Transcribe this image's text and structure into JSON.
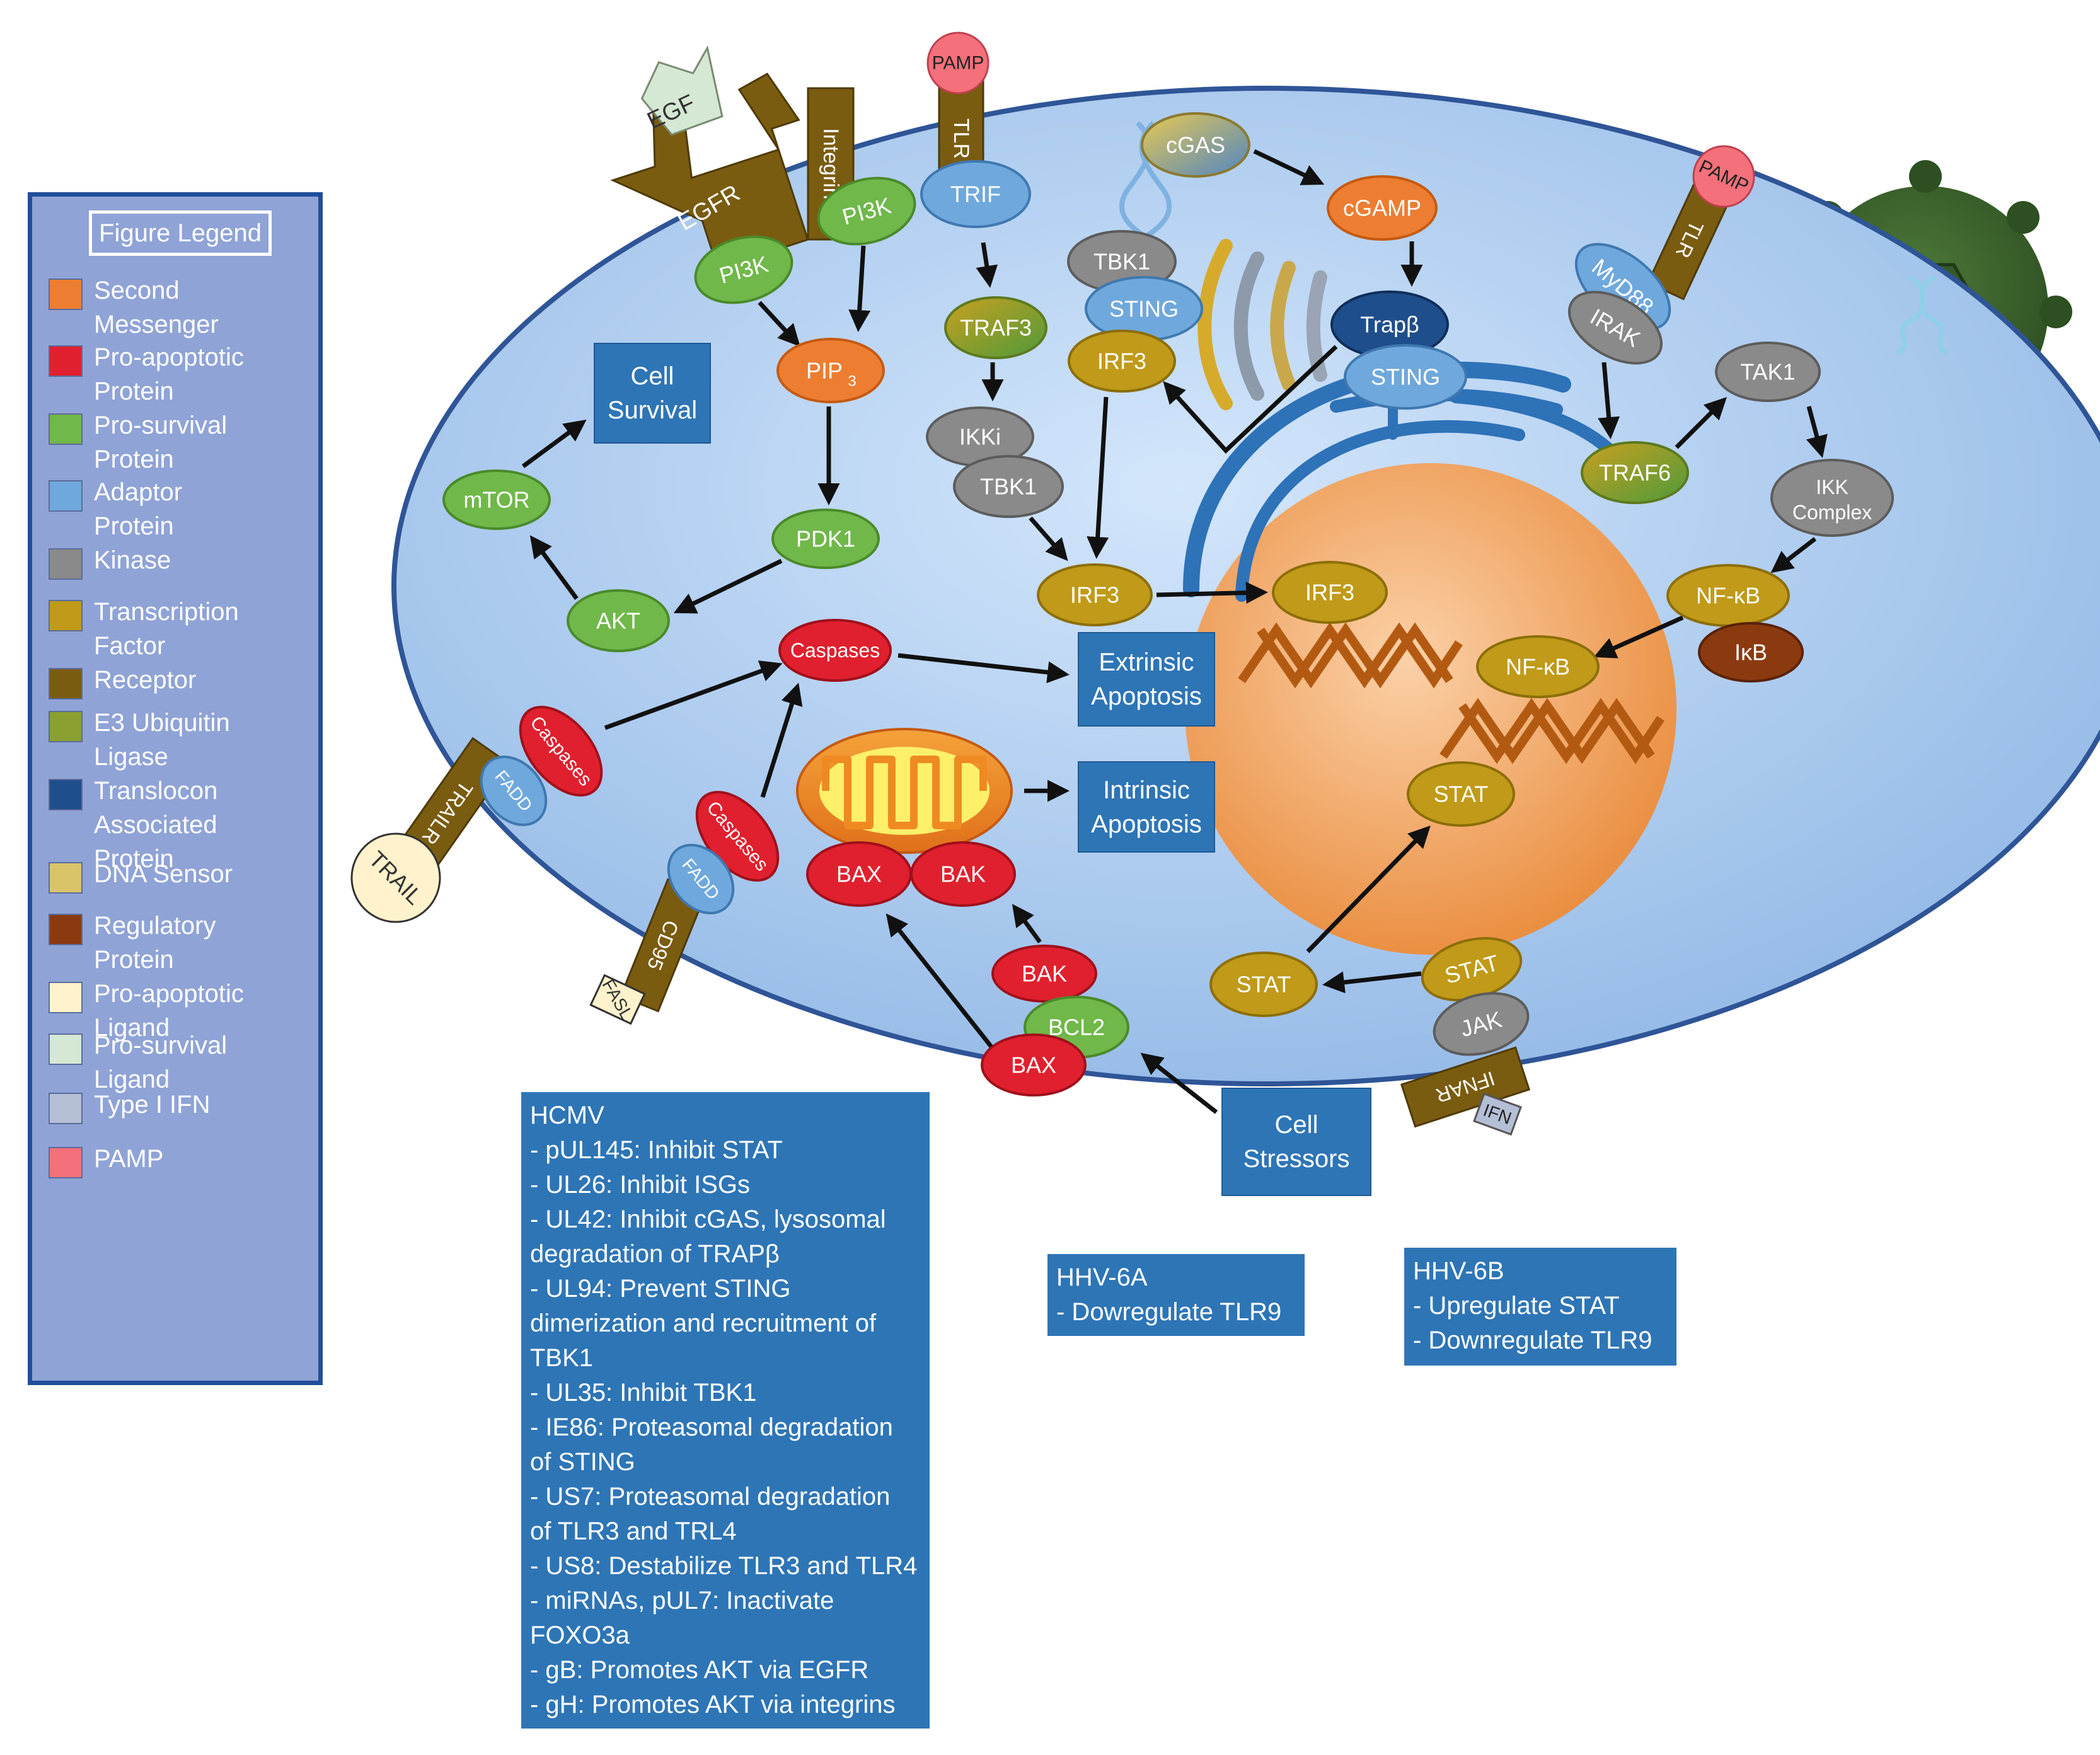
{
  "colors": {
    "second_messenger": "#ed7d31",
    "pro_apoptotic_protein": "#e0202e",
    "pro_survival_protein": "#70b84a",
    "adaptor_protein": "#6fa8dc",
    "kinase": "#8a8a8a",
    "transcription_factor": "#c09a18",
    "receptor": "#7a5c10",
    "e3_ubiquitin_ligase": "#8aa030",
    "translocon_associated_protein": "#1f4e8c",
    "dna_sensor": "#d9c46a",
    "regulatory_protein": "#8b3a10",
    "pro_apoptotic_ligand": "#fff2cc",
    "pro_survival_ligand": "#d5e8d4",
    "type_i_ifn": "#b4bfd6",
    "pamp": "#f4707a",
    "cell": "#a9c8ec",
    "nucleus": "#f0a060",
    "legend_bg": "#8fa3d6"
  },
  "legend": {
    "title": "Figure Legend",
    "items": [
      {
        "label": "Second\nMessenger",
        "color": "#ed7d31",
        "icon": "square-swatch"
      },
      {
        "label": "Pro-apoptotic\nProtein",
        "color": "#e0202e",
        "icon": "square-swatch"
      },
      {
        "label": "Pro-survival\nProtein",
        "color": "#70b84a",
        "icon": "square-swatch"
      },
      {
        "label": "Adaptor\nProtein",
        "color": "#6fa8dc",
        "icon": "square-swatch"
      },
      {
        "label": "Kinase",
        "color": "#8a8a8a",
        "icon": "square-swatch"
      },
      {
        "label": "Transcription\nFactor",
        "color": "#c09a18",
        "icon": "square-swatch"
      },
      {
        "label": "Receptor",
        "color": "#7a5c10",
        "icon": "square-swatch"
      },
      {
        "label": "E3 Ubiquitin\nLigase",
        "color": "#8aa030",
        "icon": "square-swatch"
      },
      {
        "label": "Translocon\nAssociated\nProtein",
        "color": "#1f4e8c",
        "icon": "square-swatch"
      },
      {
        "label": "DNA Sensor",
        "color": "#d9c46a",
        "icon": "square-swatch"
      },
      {
        "label": "Regulatory\nProtein",
        "color": "#8b3a10",
        "icon": "square-swatch"
      },
      {
        "label": "Pro-apoptotic\nLigand",
        "color": "#fff2cc",
        "icon": "square-swatch"
      },
      {
        "label": "Pro-survival\nLigand",
        "color": "#d5e8d4",
        "icon": "square-swatch"
      },
      {
        "label": "Type I IFN",
        "color": "#b4bfd6",
        "icon": "square-swatch"
      },
      {
        "label": "PAMP",
        "color": "#f4707a",
        "icon": "square-swatch"
      }
    ]
  },
  "nodes": {
    "egf": "EGF",
    "egfr": "EGFR",
    "pi3k_egfr": "PI3K",
    "integrin": "Integrin",
    "pi3k_integrin": "PI3K",
    "pamp_tlr_top": "PAMP",
    "tlr_top": "TLR",
    "trif": "TRIF",
    "traf3": "TRAF3",
    "ikki": "IKKi",
    "tbk1_lower": "TBK1",
    "irf3_cyto": "IRF3",
    "irf3_nuc": "IRF3",
    "cgas": "cGAS",
    "cgamp": "cGAMP",
    "tbk1_sting": "TBK1",
    "sting_left": "STING",
    "irf3_sting": "IRF3",
    "trapb": "Trapβ",
    "sting_er": "STING",
    "pamp_tlr_right": "PAMP",
    "tlr_right": "TLR",
    "myd88": "MyD88",
    "irak": "IRAK",
    "tak1": "TAK1",
    "traf6": "TRAF6",
    "ikk_complex": "IKK\nComplex",
    "nfkb_cyto": "NF-κB",
    "ikb": "IκB",
    "nfkb_nuc": "NF-κB",
    "pip3": "PIP",
    "pip3_sub": "3",
    "pdk1": "PDK1",
    "akt": "AKT",
    "mtor": "mTOR",
    "caspases_center": "Caspases",
    "caspases_trail": "Caspases",
    "fadd_trail": "FADD",
    "trailr": "TRAILR",
    "trail": "TRAIL",
    "caspases_fas": "Caspases",
    "fadd_fas": "FADD",
    "cd95": "CD95",
    "fasl": "FASL",
    "bax_mito": "BAX",
    "bak_mito": "BAK",
    "bak_lower": "BAK",
    "bcl2": "BCL2",
    "bax_lower": "BAX",
    "stat_nuc": "STAT",
    "stat_cyto": "STAT",
    "stat_rec": "STAT",
    "jak": "JAK",
    "ifnar": "IFNAR",
    "ifn": "IFN"
  },
  "outcomes": {
    "cell_survival": "Cell\nSurvival",
    "extrinsic_apoptosis": "Extrinsic\nApoptosis",
    "intrinsic_apoptosis": "Intrinsic\nApoptosis",
    "cell_stressors": "Cell\nStressors"
  },
  "hcmv": {
    "title": "HCMV",
    "lines": [
      "- pUL145: Inhibit STAT",
      "- UL26: Inhibit ISGs",
      "- UL42: Inhibit cGAS, lysosomal\ndegradation of TRAPβ",
      "- UL94: Prevent STING\ndimerization and recruitment of\nTBK1",
      "- UL35: Inhibit TBK1",
      "- IE86: Proteasomal degradation\nof STING",
      "- US7: Proteasomal degradation\nof TLR3 and TRL4",
      "- US8: Destabilize TLR3 and TLR4",
      "- miRNAs, pUL7: Inactivate\nFOXO3a",
      "- gB: Promotes AKT via EGFR",
      "- gH: Promotes AKT via integrins"
    ]
  },
  "hhv6a": {
    "title": "HHV-6A",
    "lines": [
      "- Dowregulate TLR9"
    ]
  },
  "hhv6b": {
    "title": "HHV-6B",
    "lines": [
      "- Upregulate STAT",
      "- Downregulate TLR9"
    ]
  }
}
